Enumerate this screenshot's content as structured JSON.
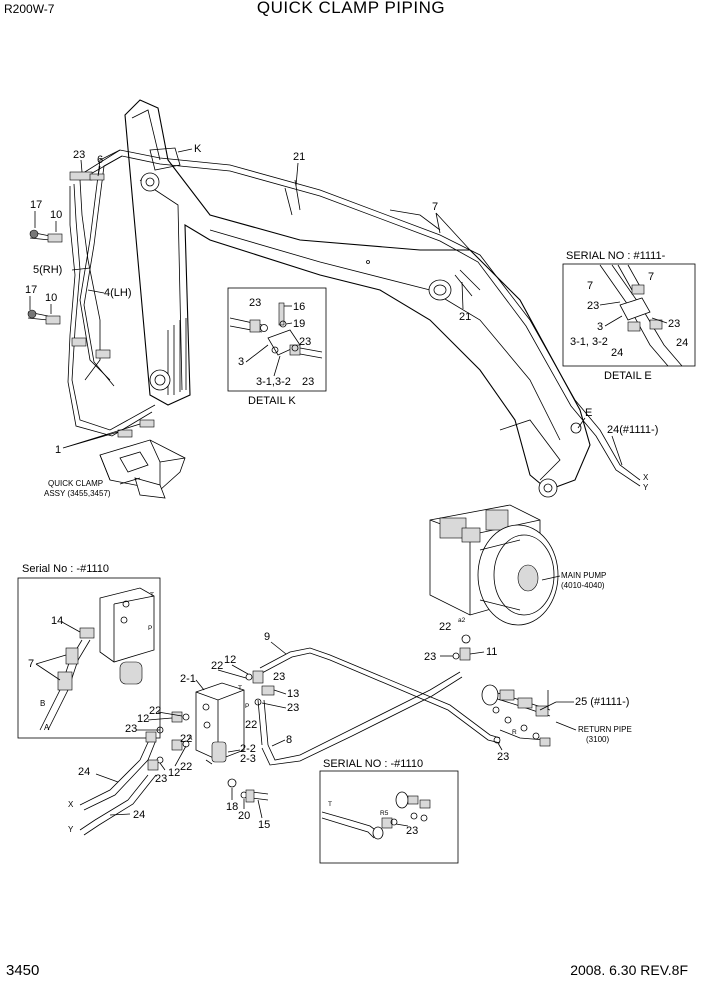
{
  "header": {
    "model": "R200W-7",
    "title": "QUICK CLAMP PIPING"
  },
  "footer": {
    "page_number": "3450",
    "revision": "2008. 6.30  REV.8F"
  },
  "top_labels": {
    "l23a": "23",
    "l6": "6",
    "lK": "K",
    "l21a": "21",
    "l7a": "7",
    "l17a": "17",
    "l10a": "10",
    "l5": "5(RH)",
    "l4": "4(LH)",
    "l17b": "17",
    "l10b": "10",
    "l21b": "21",
    "l1": "1",
    "l24top": "24(#1111-)",
    "lE": "E",
    "lX1": "X",
    "lY1": "Y",
    "qc_line1": "QUICK CLAMP",
    "qc_line2": "ASSY (3455,3457)"
  },
  "detail_k": {
    "caption": "DETAIL  K",
    "l23a": "23",
    "l16": "16",
    "l19": "19",
    "l3": "3",
    "l23b": "23",
    "l312": "3-1,3-2",
    "l23c": "23"
  },
  "detail_e": {
    "serial": "SERIAL NO : #1111-",
    "caption": "DETAIL  E",
    "l7a": "7",
    "l7b": "7",
    "l23a": "23",
    "l3": "3",
    "l23b": "23",
    "l312": "3-1, 3-2",
    "l24a": "24",
    "l24b": "24"
  },
  "serial_box_left": {
    "serial": "Serial No : -#1110",
    "l14": "14",
    "l7": "7",
    "lT": "T",
    "lP": "P",
    "lB": "B",
    "lA": "A"
  },
  "pump": {
    "name_line1": "MAIN PUMP",
    "name_line2": "(4010-4040)"
  },
  "bottom_labels": {
    "l9": "9",
    "l22a": "22",
    "la2": "a2",
    "l23a": "23",
    "l11": "11",
    "l21": "2-1",
    "l22b": "22",
    "l12a": "12",
    "l23b": "23",
    "l13": "13",
    "l23c": "23",
    "l22c": "22",
    "l12b": "12",
    "l23d": "23",
    "l22d": "22",
    "l8": "8",
    "l25": "25 (#1111-)",
    "return_line1": "RETURN PIPE",
    "return_line2": "(3100)",
    "lR": "R",
    "l23e": "23",
    "l22e": "22",
    "l22f": "22",
    "l24a": "24",
    "l23f": "23",
    "l12c": "12",
    "l22g": "22",
    "l22h": "2-2",
    "l23h": "2-3",
    "lX": "X",
    "lY": "Y",
    "l24b": "24",
    "l18": "18",
    "l20": "20",
    "l15": "15",
    "pT": "T",
    "pP": "P",
    "pA": "A"
  },
  "serial_box_bottom": {
    "serial": "SERIAL NO : -#1110",
    "lT": "T",
    "lR5": "R5",
    "l23": "23"
  }
}
